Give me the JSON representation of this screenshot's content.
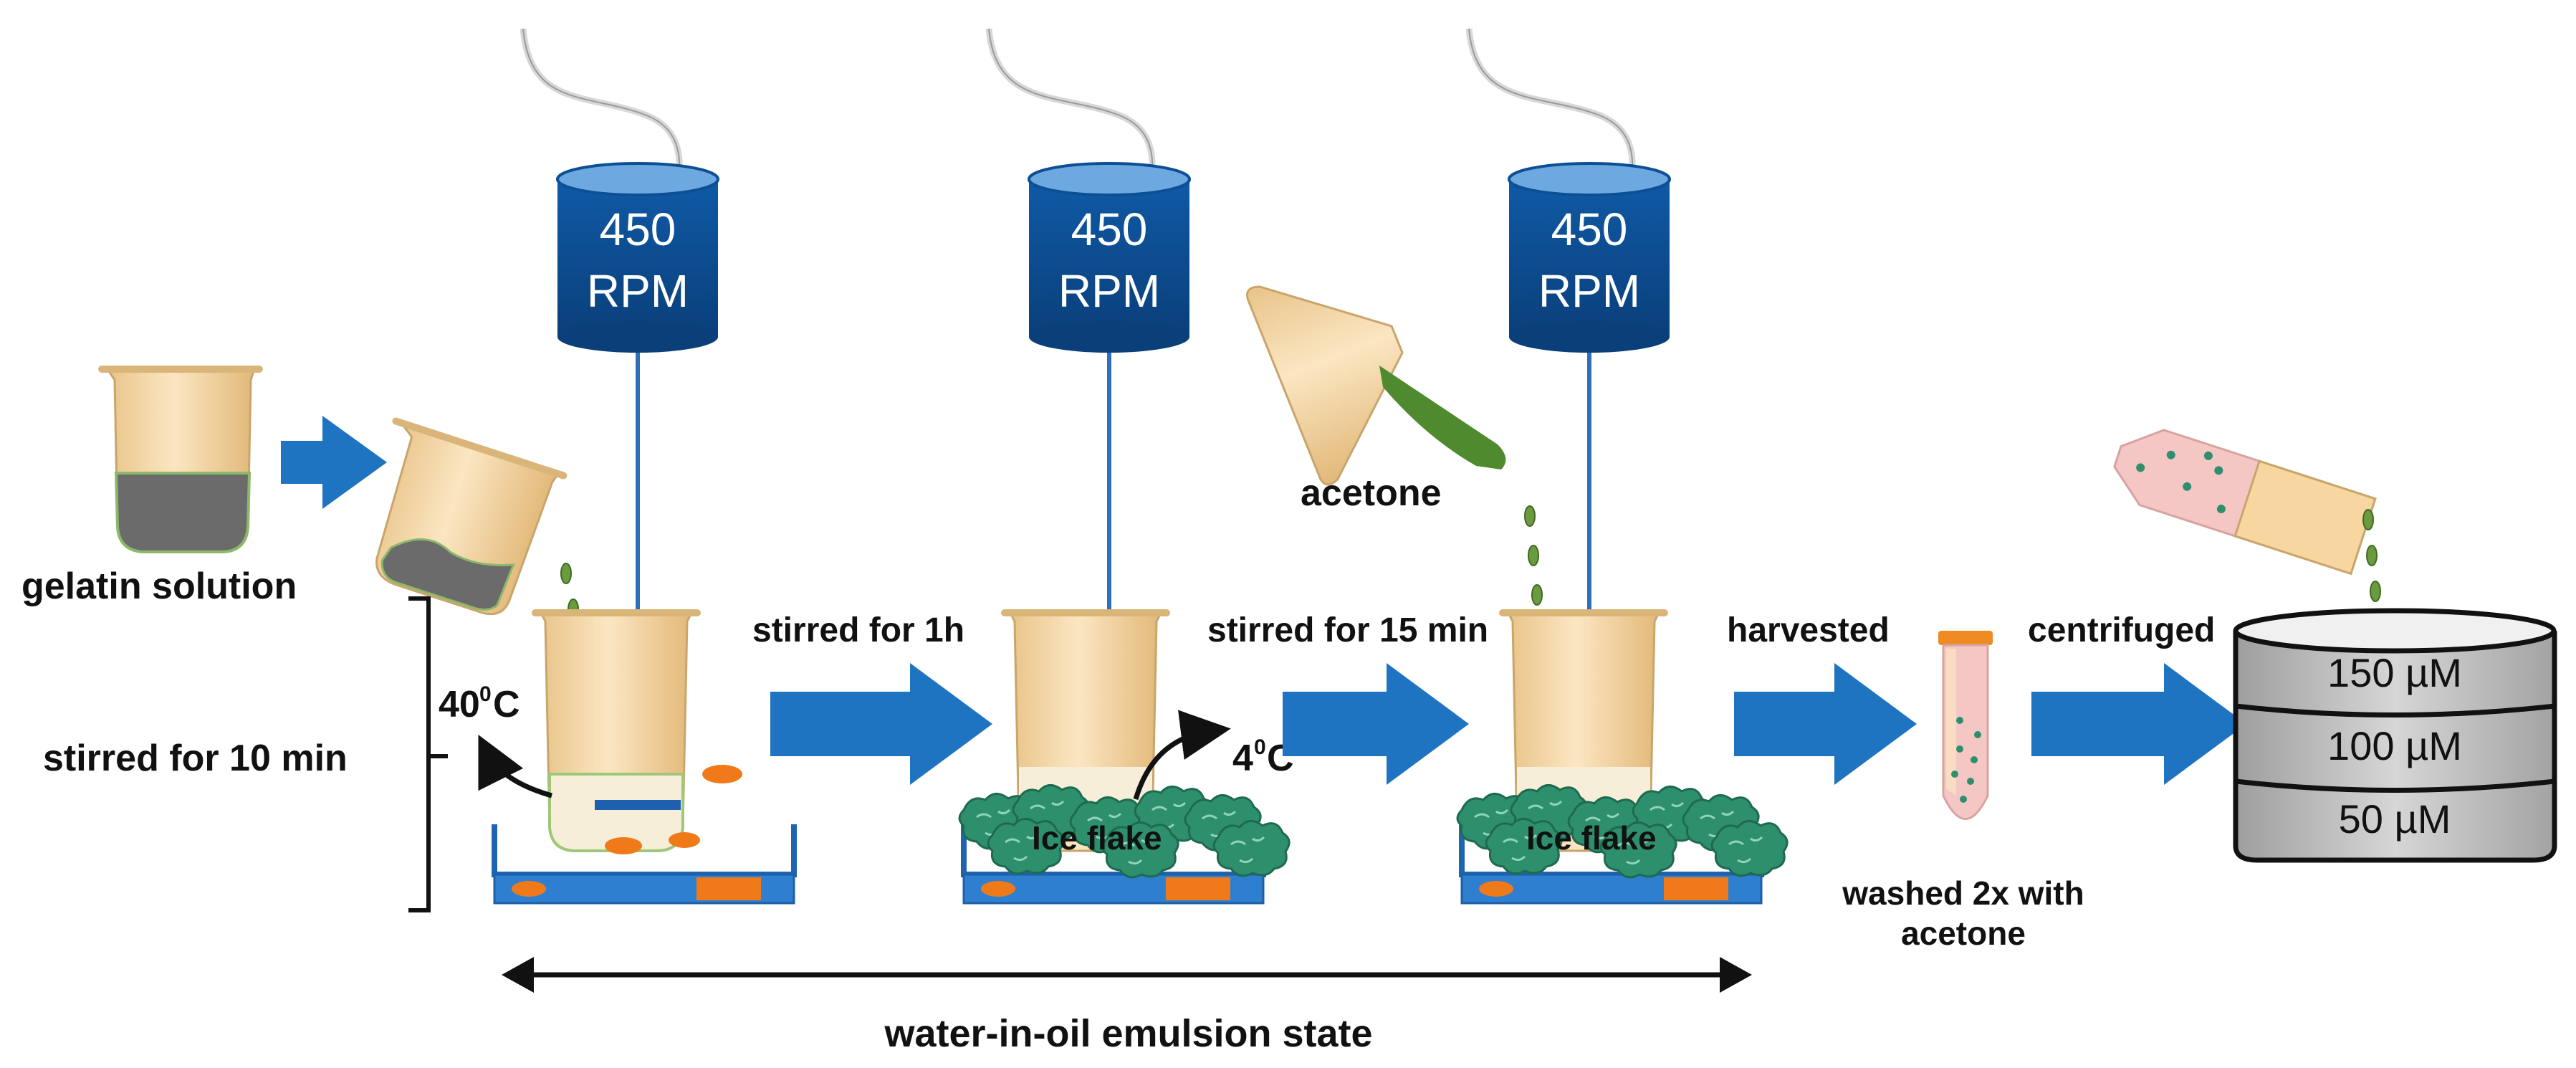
{
  "title": "",
  "stirrers": [
    {
      "speed": "450",
      "unit": "RPM"
    },
    {
      "speed": "450",
      "unit": "RPM"
    },
    {
      "speed": "450",
      "unit": "RPM"
    }
  ],
  "labels": {
    "gelatin": "gelatin solution",
    "stirred_10": "stirred for 10 min",
    "temp_40": "40",
    "temp_4": "4",
    "degree": "0",
    "celsius": "C",
    "stirred_1h": "stirred for 1h",
    "stirred_15": "stirred for 15 min",
    "acetone": "acetone",
    "ice_1": "Ice flake",
    "ice_2": "Ice flake",
    "harvested": "harvested",
    "washed_1": "washed 2x with",
    "washed_2": "acetone",
    "centrifuged": "centrifuged",
    "emulsion": "water-in-oil emulsion state"
  },
  "sieves": [
    "150 µM",
    "100 µM",
    "50 µM"
  ],
  "colors": {
    "arrow_blue": "#1f74c2",
    "motor_dark": "#0d4f95",
    "motor_light": "#5e9ad6",
    "beaker_fill": "#f7dcae",
    "solution_gray": "#6b6b6b",
    "droplet_green": "#5a8a3a",
    "ice_green": "#2f8f6e",
    "pad_orange": "#f07a1a",
    "tube_pink": "#f5c7c4",
    "sieve_gray": "#bdbdbd"
  }
}
